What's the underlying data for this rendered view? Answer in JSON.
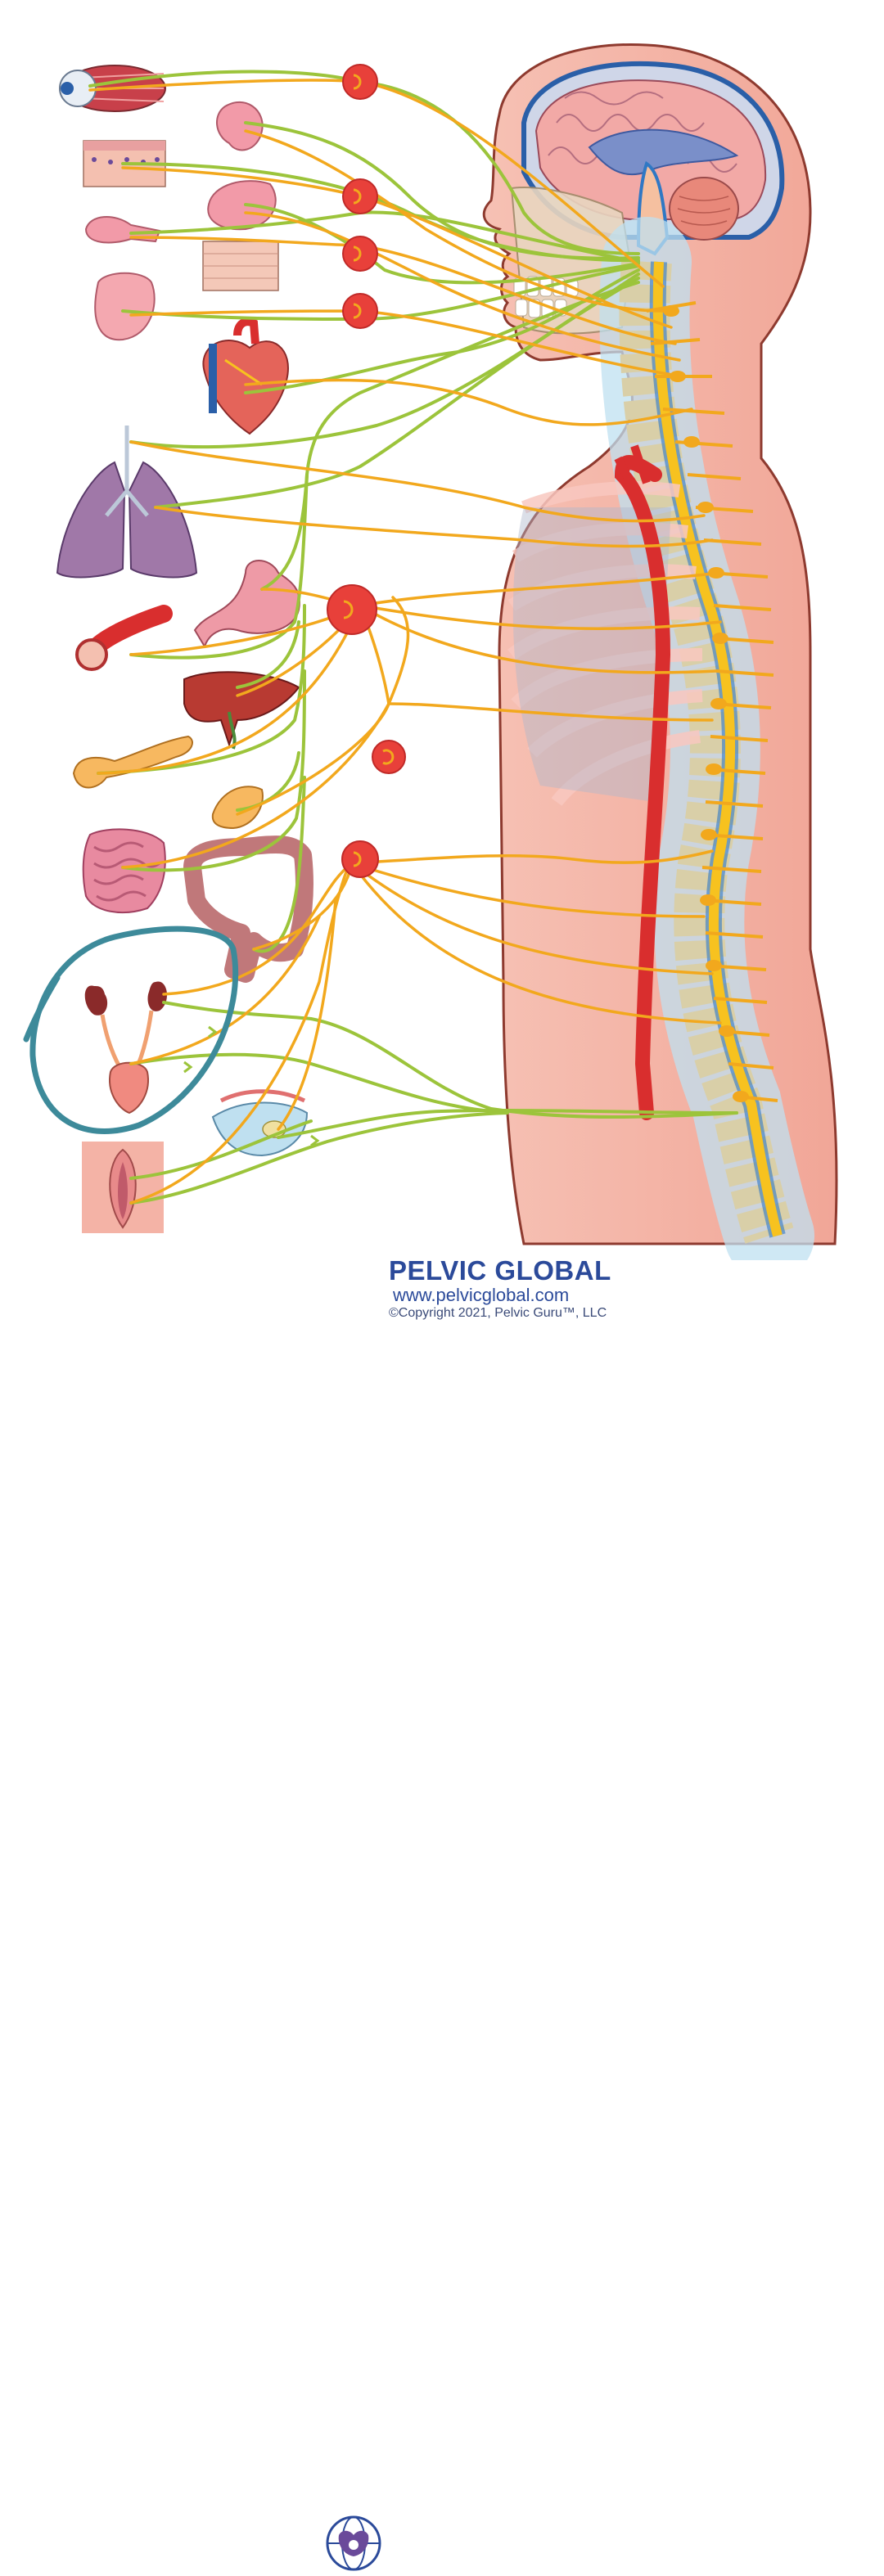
{
  "footer": {
    "brand": "PELVIC GLOBAL",
    "url": "www.pelvicglobal.com",
    "copyright": "©Copyright 2021, Pelvic Guru™, LLC"
  },
  "colors": {
    "body_fill": "#f4b3a6",
    "body_outline": "#8e3a2f",
    "parasympathetic_nerve": "#9cc43b",
    "sympathetic_nerve": "#f2a81d",
    "ganglion": "#e8403a",
    "spine_bone": "#d9cfa8",
    "spinal_cord": "#f7c21f",
    "csf_blue": "#2f78c4",
    "aorta": "#d92e2e",
    "highlight_circle": "#3d8a9a",
    "brand": "#2b4a9a"
  },
  "organs": [
    {
      "id": "eye",
      "icon": "eye-icon"
    },
    {
      "id": "lacrimal-gland",
      "icon": "lacrimal-gland-icon"
    },
    {
      "id": "nasal-mucosa",
      "icon": "nasal-mucosa-icon"
    },
    {
      "id": "submandibular-gland",
      "icon": "salivary-gland-icon"
    },
    {
      "id": "parotid-gland",
      "icon": "parotid-gland-icon"
    },
    {
      "id": "oral-mucosa",
      "icon": "oral-mucosa-icon"
    },
    {
      "id": "sublingual-gland",
      "icon": "sublingual-gland-icon"
    },
    {
      "id": "heart",
      "icon": "heart-icon"
    },
    {
      "id": "lungs",
      "icon": "lungs-icon"
    },
    {
      "id": "stomach",
      "icon": "stomach-icon"
    },
    {
      "id": "blood-vessel",
      "icon": "blood-vessel-icon"
    },
    {
      "id": "liver",
      "icon": "liver-icon"
    },
    {
      "id": "pancreas",
      "icon": "pancreas-icon"
    },
    {
      "id": "spleen",
      "icon": "spleen-icon"
    },
    {
      "id": "small-intestine",
      "icon": "small-intestine-icon"
    },
    {
      "id": "large-intestine",
      "icon": "large-intestine-icon"
    },
    {
      "id": "kidneys-bladder",
      "icon": "kidneys-bladder-icon"
    },
    {
      "id": "uterus",
      "icon": "uterus-icon"
    },
    {
      "id": "vulva",
      "icon": "vulva-icon"
    }
  ]
}
